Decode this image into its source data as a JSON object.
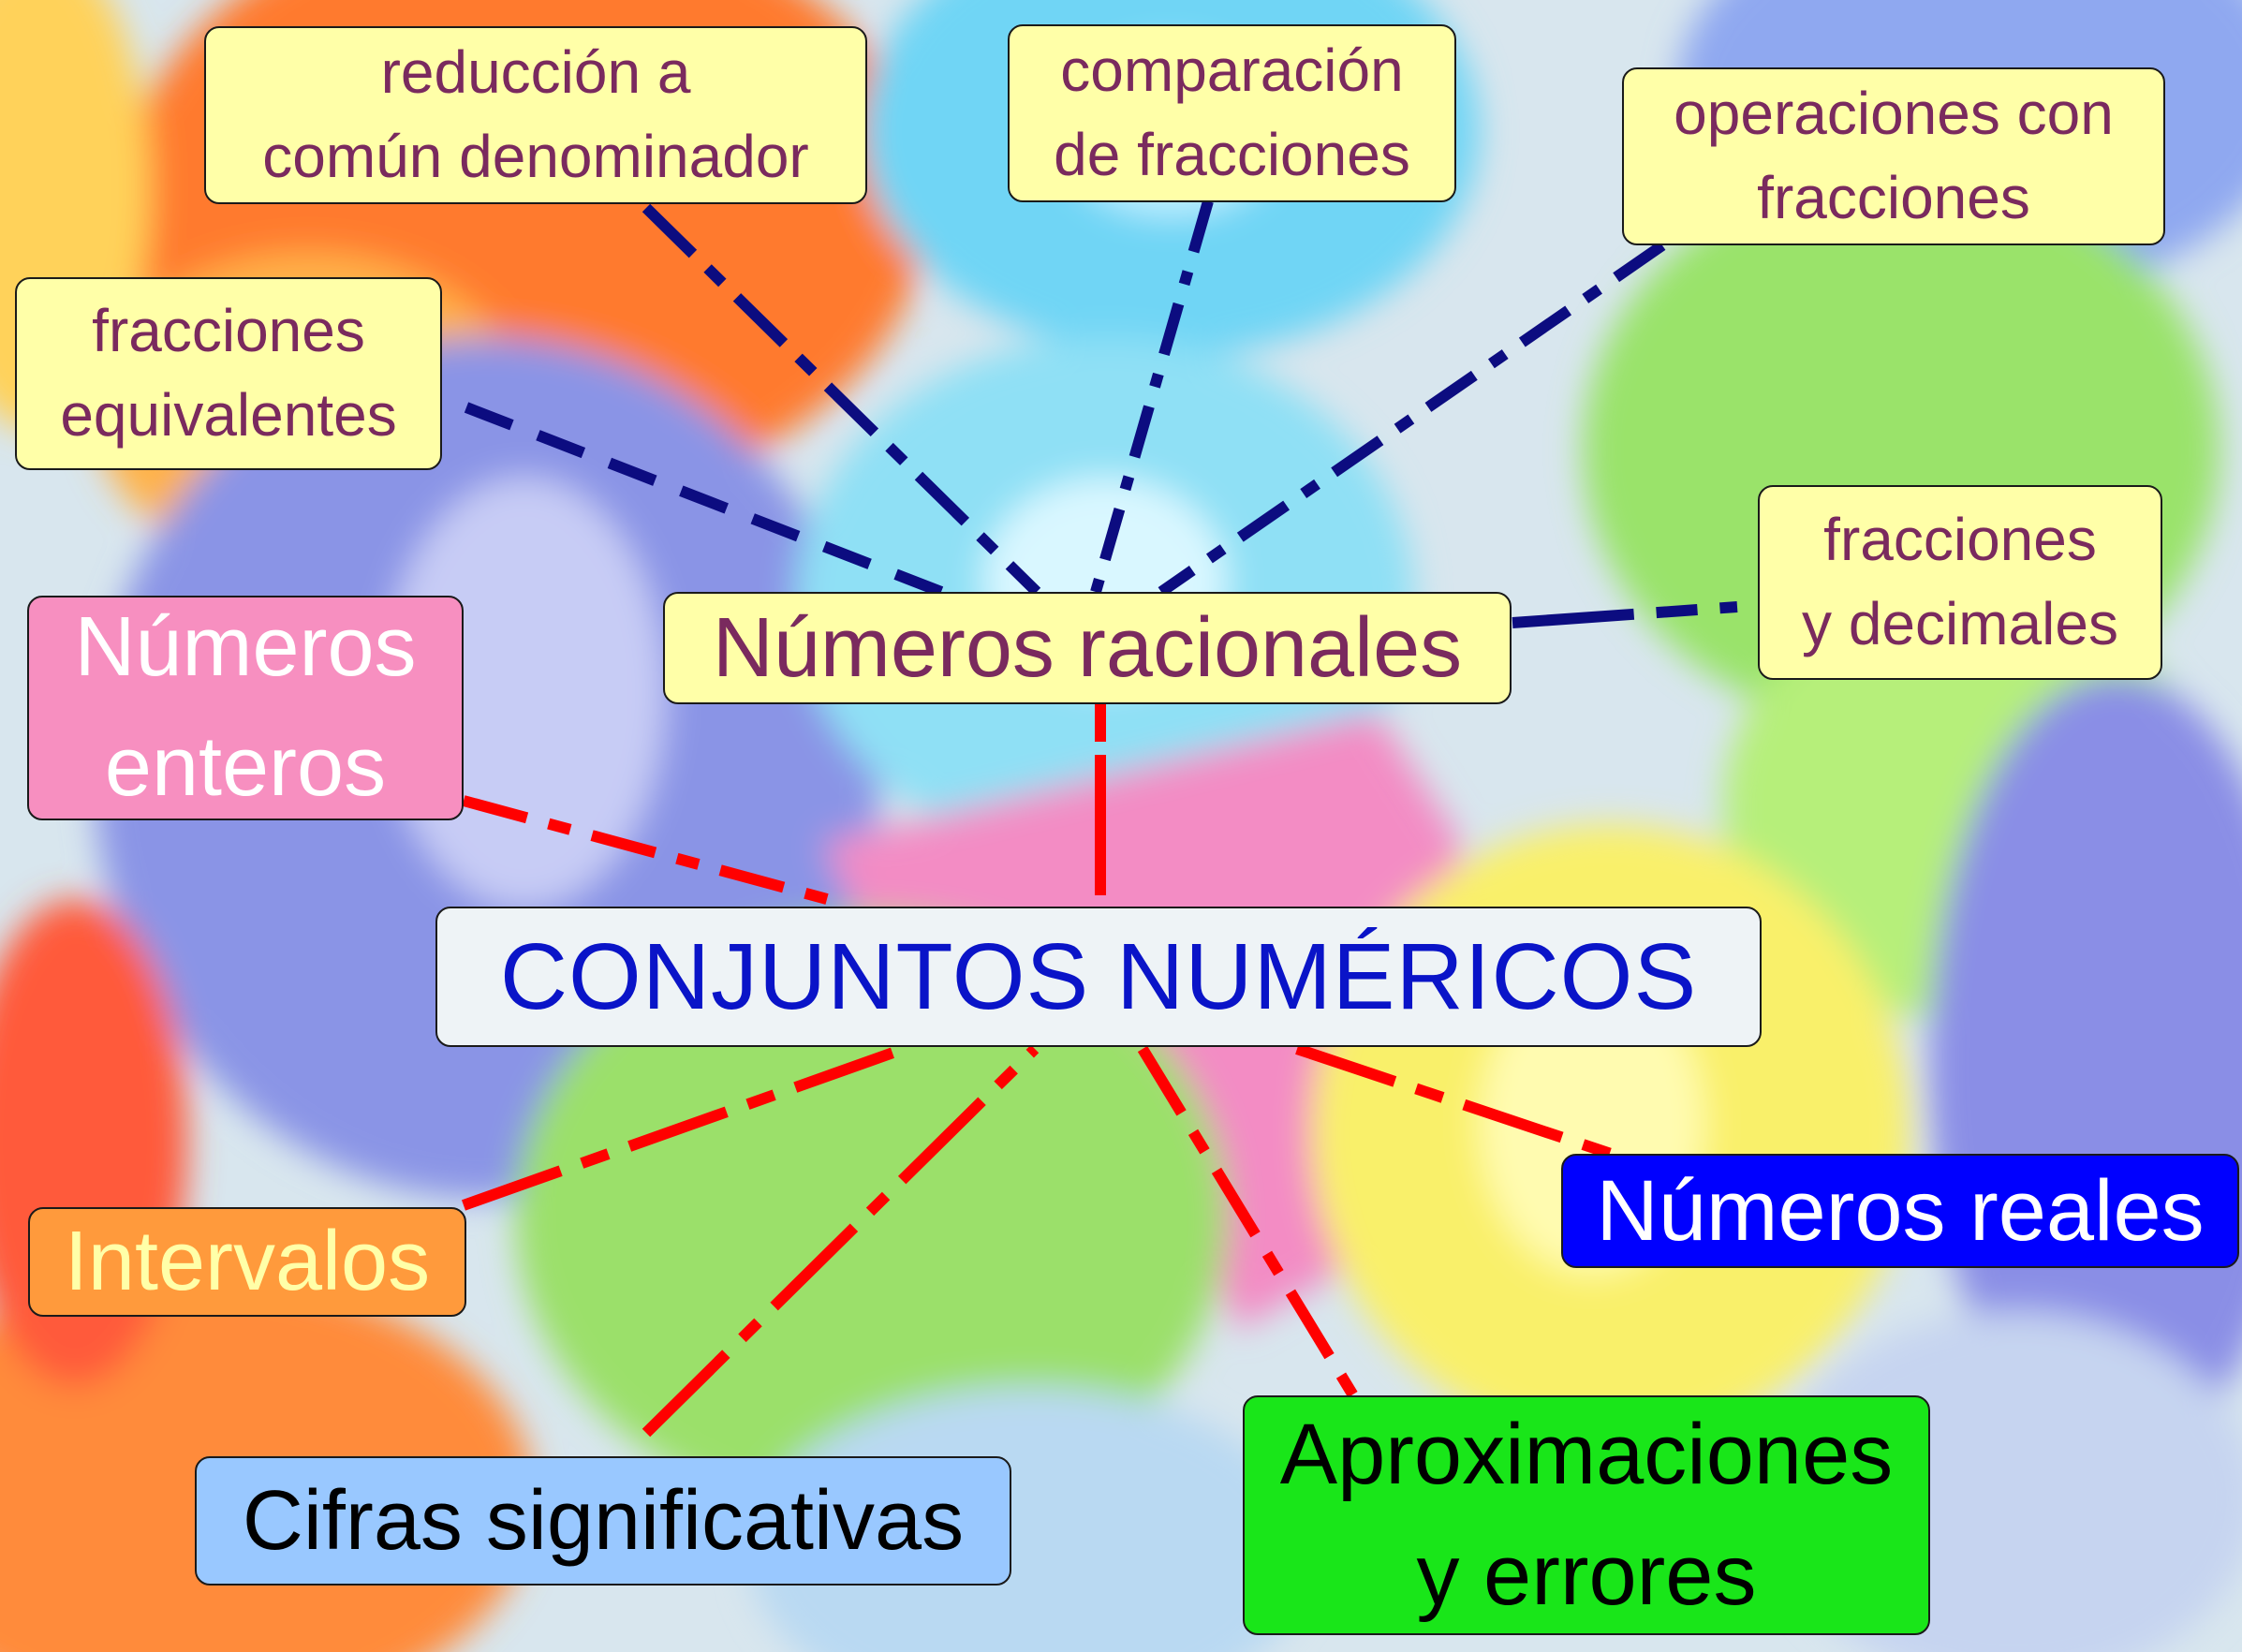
{
  "diagram": {
    "center": {
      "label": "CONJUNTOS NUMÉRICOS",
      "fill": "#eef3f6",
      "text_color": "#0a14c8"
    },
    "rational": {
      "label": "Números racionales",
      "fill": "#ffffa8",
      "text_color": "#7a2a5e"
    },
    "rational_children": [
      {
        "label": "reducción a\ncomún denominador"
      },
      {
        "label": "comparación\nde fracciones"
      },
      {
        "label": "operaciones con\nfracciones"
      },
      {
        "label": "fracciones\nequivalentes"
      },
      {
        "label": "fracciones\ny decimales"
      }
    ],
    "topics": [
      {
        "label": "Números\nenteros",
        "fill": "#f78fc0",
        "text_color": "#ffffff"
      },
      {
        "label": "Números reales",
        "fill": "#0000ff",
        "text_color": "#ffffff"
      },
      {
        "label": "Intervalos",
        "fill": "#ff9a3c",
        "text_color": "#ffffa8"
      },
      {
        "label": "Cifras significativas",
        "fill": "#99c8ff",
        "text_color": "#000000"
      },
      {
        "label": "Aproximaciones\ny errores",
        "fill": "#19e619",
        "text_color": "#000000"
      }
    ],
    "connector_colors": {
      "rational_branch": "#0c0c80",
      "main_branch": "#ff0000"
    }
  }
}
